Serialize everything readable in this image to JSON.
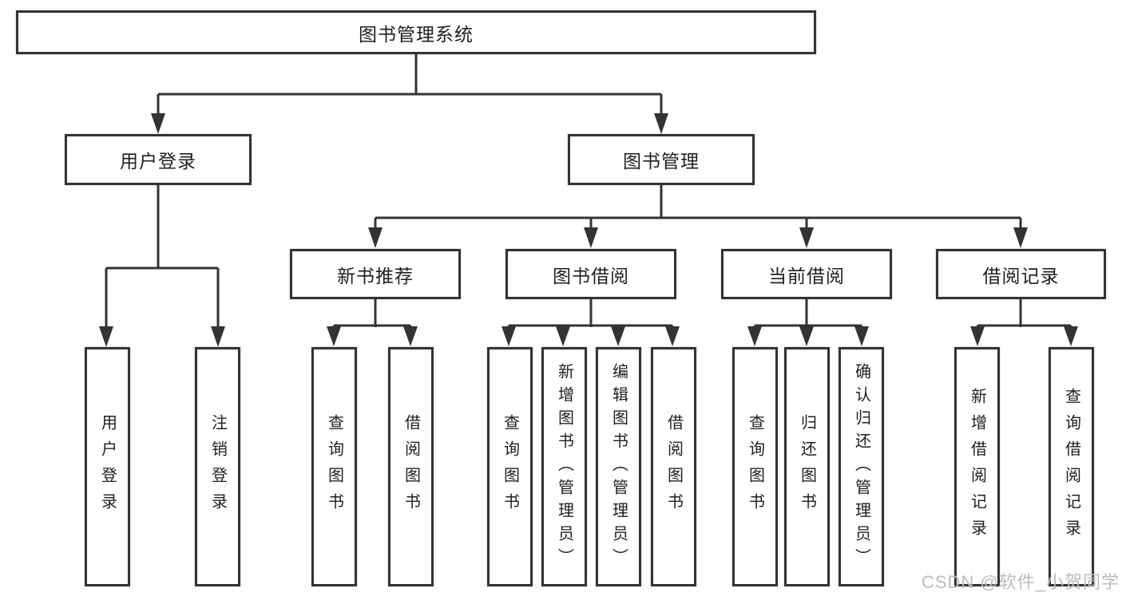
{
  "tree": {
    "root": {
      "label": "图书管理系统"
    },
    "branches": [
      {
        "label": "用户登录",
        "children": [
          "用户登录",
          "注销登录"
        ]
      },
      {
        "label": "图书管理",
        "children": [
          {
            "label": "新书推荐",
            "children": [
              "查询图书",
              "借阅图书"
            ]
          },
          {
            "label": "图书借阅",
            "children": [
              "查询图书",
              "新增图书（管理员）",
              "编辑图书（管理员）",
              "借阅图书"
            ]
          },
          {
            "label": "当前借阅",
            "children": [
              "查询图书",
              "归还图书",
              "确认归还（管理员）"
            ]
          },
          {
            "label": "借阅记录",
            "children": [
              "新增借阅记录",
              "查询借阅记录"
            ]
          }
        ]
      }
    ]
  },
  "watermark": {
    "text": "CSDN @软件_小贺同学"
  },
  "colors": {
    "line": "#333333",
    "text": "#1f1f1f",
    "watermark": "#b5b5b5",
    "background": "#ffffff"
  }
}
